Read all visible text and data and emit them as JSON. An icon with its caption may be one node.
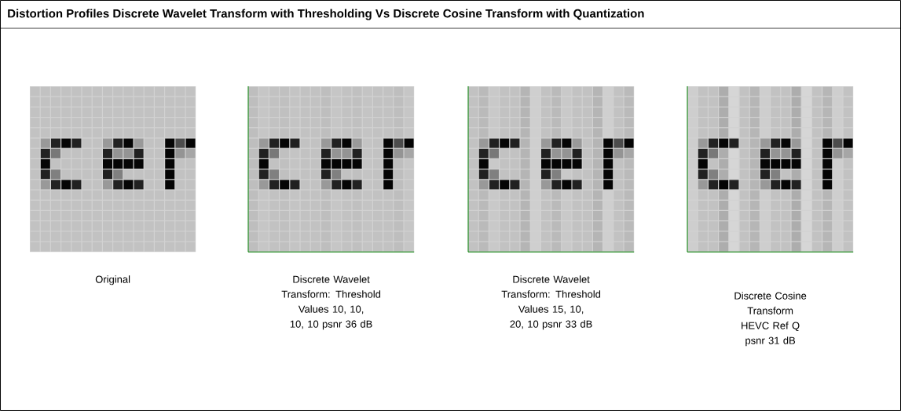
{
  "diagram": {
    "title": "Distortion Profiles Discrete Wavelet Transform with Thresholding Vs Discrete Cosine Transform with Quantization",
    "labels": [
      "Original",
      "Discrete Wavelet Transform: Threshold Values 10, 10, 10, 10 psnr 36 dB",
      "Discrete Wavelet Transform: Threshold Values 15, 10, 20, 10 psnr 33 dB",
      "Discrete Cosine Transform HEVC Ref Q psnr 31 dB"
    ]
  }
}
